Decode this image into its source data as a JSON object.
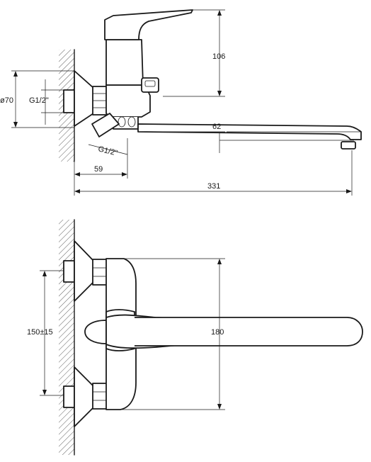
{
  "dimensions": {
    "height_handle": "106",
    "diameter_flange": "ø70",
    "thread_top": "G1/2\"",
    "spout_height": "62",
    "thread_angled": "G1/2\"",
    "wall_offset": "59",
    "spout_length": "331",
    "inlet_spacing": "150±15",
    "body_height": "180"
  }
}
